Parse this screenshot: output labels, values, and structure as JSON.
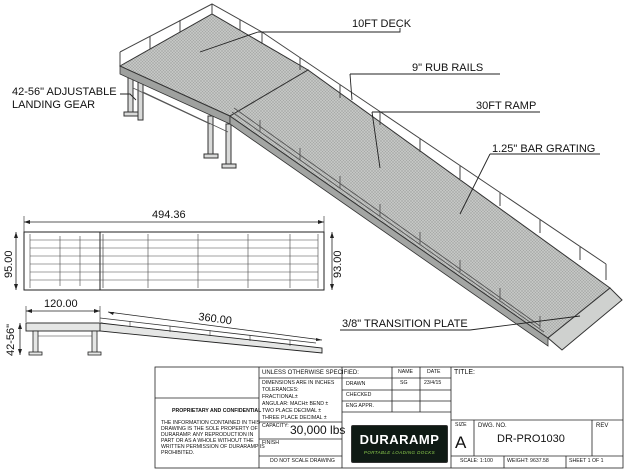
{
  "callouts": {
    "deck": "10FT DECK",
    "rub_rails": "9\" RUB RAILS",
    "landing_gear_1": "42-56\" ADJUSTABLE",
    "landing_gear_2": "LANDING GEAR",
    "ramp": "30FT RAMP",
    "bar_grating": "1.25\" BAR GRATING",
    "transition_plate": "3/8\" TRANSITION PLATE"
  },
  "dimensions": {
    "overall_length": "494.36",
    "width_left": "95.00",
    "width_right": "93.00",
    "deck_length": "120.00",
    "ramp_length": "360.00",
    "height_range": "42-56\""
  },
  "title_block": {
    "unless_specified": "UNLESS OTHERWISE SPECIFIED:",
    "dims_in_inches": "DIMENSIONS ARE IN INCHES",
    "tolerances": "TOLERANCES:",
    "fractional": "FRACTIONAL±",
    "angular": "ANGULAR: MACH±    BEND ±",
    "two_place": "TWO PLACE DECIMAL   ±",
    "three_place": "THREE PLACE DECIMAL  ±",
    "capacity_label": "CAPACITY:",
    "capacity_value": "30,000 lbs",
    "finish_label": "FINISH",
    "do_not_scale": "DO NOT SCALE DRAWING",
    "col_name": "NAME",
    "col_date": "DATE",
    "drawn_label": "DRAWN",
    "drawn_name": "SG",
    "drawn_date": "23/4/15",
    "checked_label": "CHECKED",
    "eng_appr_label": "ENG APPR.",
    "title_label": "TITLE:",
    "size_label": "SIZE",
    "size_value": "A",
    "dwg_no_label": "DWG.  NO.",
    "dwg_no_value": "DR-PRO1030",
    "rev_label": "REV",
    "scale": "SCALE: 1:100",
    "weight": "WEIGHT: 9637.58",
    "sheet": "SHEET 1 OF 1",
    "proprietary_title": "PROPRIETARY AND CONFIDENTIAL",
    "proprietary_text_1": "THE INFORMATION CONTAINED IN THIS",
    "proprietary_text_2": "DRAWING IS THE SOLE PROPERTY OF",
    "proprietary_text_3": "DURARAMP.  ANY REPRODUCTION IN",
    "proprietary_text_4": "PART OR AS A WHOLE WITHOUT THE",
    "proprietary_text_5": "WRITTEN PERMISSION OF DURARAMP IS",
    "proprietary_text_6": "PROHIBITED.",
    "logo_text": "DURARAMP",
    "logo_tagline": "PORTABLE LOADING DOCKS"
  },
  "colors": {
    "grating": "#b9bbb9",
    "grating_dark": "#8e908e",
    "line": "#222222",
    "logo_bg": "#0f1a14",
    "logo_accent": "#8fd14f"
  }
}
